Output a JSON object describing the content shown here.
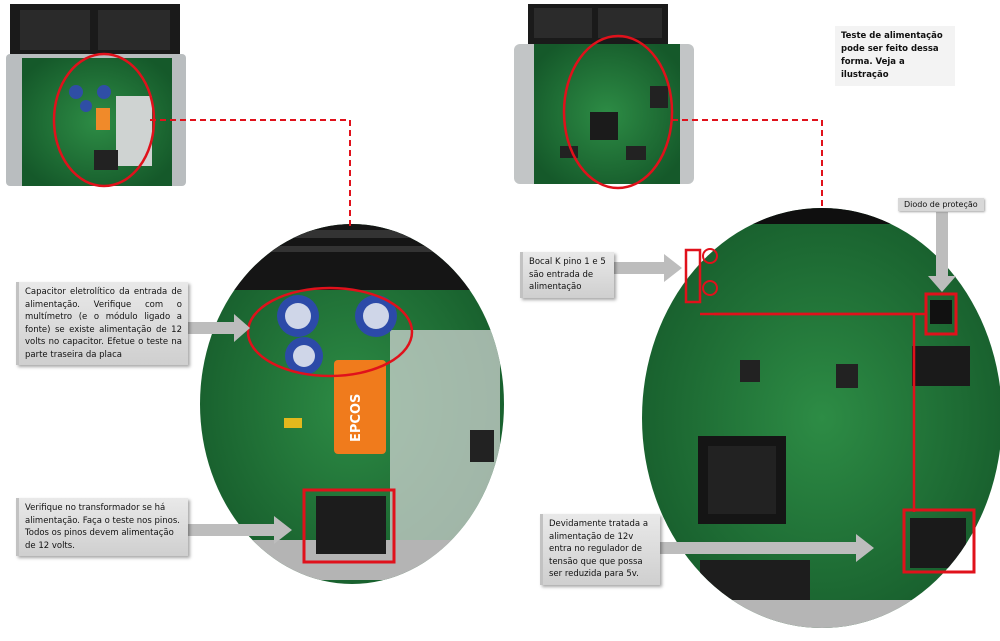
{
  "notes": {
    "top_right": "Teste de alimentação pode ser feito dessa forma. Veja a ilustração"
  },
  "callouts": {
    "capacitor": "Capacitor eletrolítico da entrada de alimentação. Verifique com o multímetro (e o módulo ligado a fonte) se existe alimentação de 12 volts no capacitor. Efetue o teste na parte traseira da placa",
    "transformer": "Verifique no transformador se há alimentação. Faça o teste nos pinos. Todos os pinos devem alimentação de 12 volts.",
    "bocal": "Bocal K pino 1 e 5 são entrada de alimentação",
    "regulator": "Devidamente tratada a alimentação de 12v entra no regulador de tensão que que possa ser reduzida para 5v."
  },
  "labels": {
    "diode": "Diodo de proteção"
  },
  "component_text": {
    "epcos": "EPCOS"
  },
  "colors": {
    "pcb_green": "#1f7a3a",
    "highlight_red": "#e0111b",
    "callout_gray": "#d6d6d6"
  }
}
